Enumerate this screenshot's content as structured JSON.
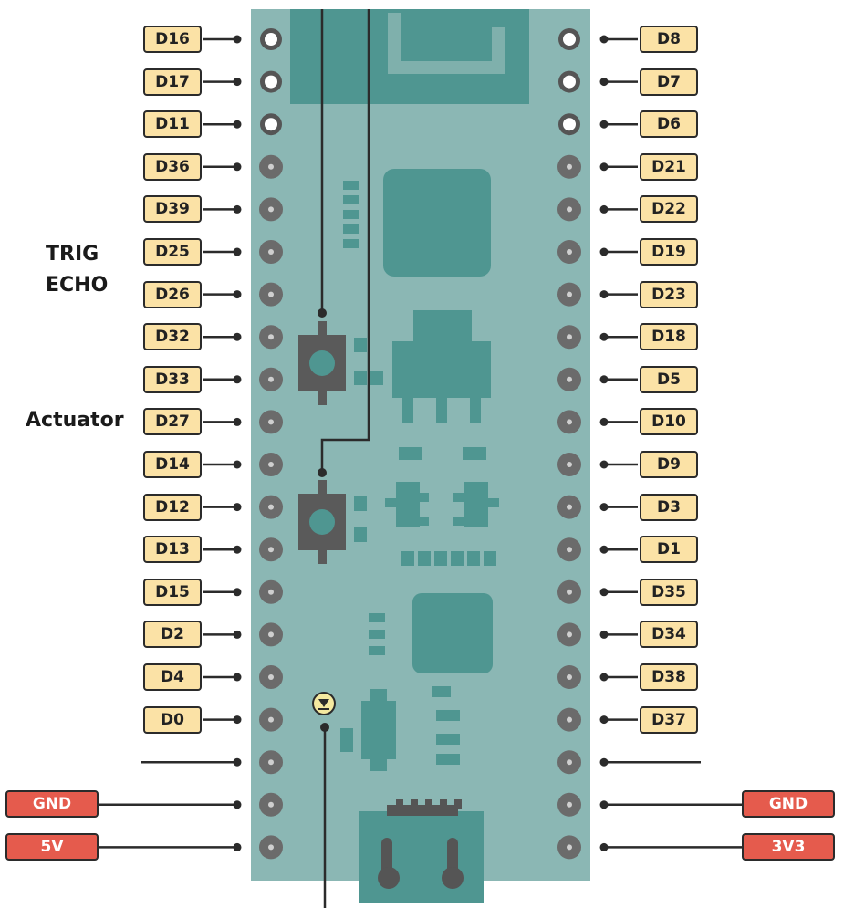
{
  "left_pins": [
    "D16",
    "D17",
    "D11",
    "D36",
    "D39",
    "D25",
    "D26",
    "D32",
    "D33",
    "D27",
    "D14",
    "D12",
    "D13",
    "D15",
    "D2",
    "D4",
    "D0"
  ],
  "right_pins": [
    "D8",
    "D7",
    "D6",
    "D21",
    "D22",
    "D19",
    "D23",
    "D18",
    "D5",
    "D10",
    "D9",
    "D3",
    "D1",
    "D35",
    "D34",
    "D38",
    "D37"
  ],
  "power": {
    "left_gnd": "GND",
    "left_5v": "5V",
    "right_gnd": "GND",
    "right_3v3": "3V3"
  },
  "signals": {
    "trig": "TRIG",
    "echo": "ECHO",
    "actuator": "Actuator"
  },
  "colors": {
    "board": "#8bb7b4",
    "component": "#4f9691",
    "pin_label_bg": "#fbe2a6",
    "power_label_bg": "#e55b4d"
  }
}
